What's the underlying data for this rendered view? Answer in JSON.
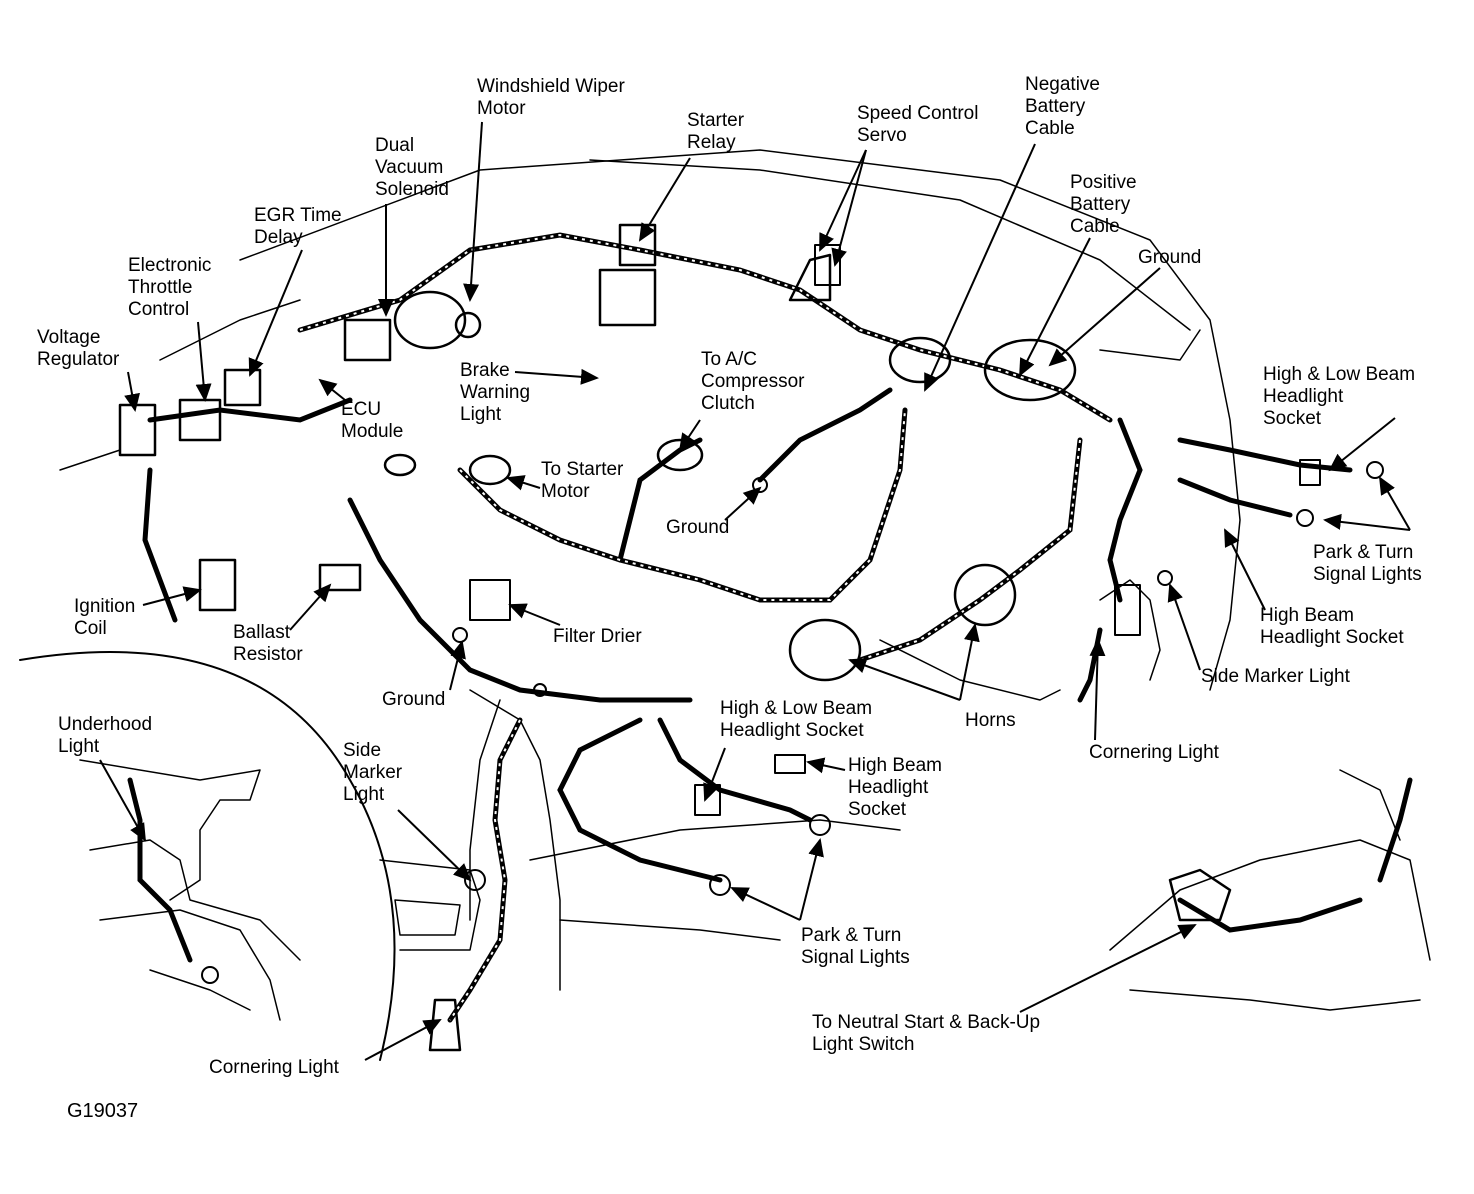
{
  "figure_id": "G19037",
  "labels": {
    "windshield_wiper_motor": [
      "Windshield Wiper",
      "Motor"
    ],
    "starter_relay": [
      "Starter",
      "Relay"
    ],
    "speed_control_servo": [
      "Speed Control",
      "Servo"
    ],
    "negative_battery_cable": [
      "Negative",
      "Battery",
      "Cable"
    ],
    "positive_battery_cable": [
      "Positive",
      "Battery",
      "Cable"
    ],
    "ground_top": [
      "Ground"
    ],
    "dual_vacuum_solenoid": [
      "Dual",
      "Vacuum",
      "Solenoid"
    ],
    "egr_time_delay": [
      "EGR Time",
      "Delay"
    ],
    "electronic_throttle_control": [
      "Electronic",
      "Throttle",
      "Control"
    ],
    "voltage_regulator": [
      "Voltage",
      "Regulator"
    ],
    "brake_warning_light": [
      "Brake",
      "Warning",
      "Light"
    ],
    "ac_compressor_clutch": [
      "To A/C",
      "Compressor",
      "Clutch"
    ],
    "ecu_module": [
      "ECU",
      "Module"
    ],
    "to_starter_motor": [
      "To Starter",
      "Motor"
    ],
    "ground_mid": [
      "Ground"
    ],
    "hl_beam_socket_right": [
      "High & Low Beam",
      "Headlight",
      "Socket"
    ],
    "park_turn_right": [
      "Park & Turn",
      "Signal Lights"
    ],
    "high_beam_socket_right": [
      "High Beam",
      "Headlight Socket"
    ],
    "side_marker_right": [
      "Side Marker Light"
    ],
    "ignition_coil": [
      "Ignition",
      "Coil"
    ],
    "ballast_resistor": [
      "Ballast",
      "Resistor"
    ],
    "filter_drier": [
      "Filter Drier"
    ],
    "ground_lower": [
      "Ground"
    ],
    "horns": [
      "Horns"
    ],
    "cornering_light_right": [
      "Cornering Light"
    ],
    "underhood_light": [
      "Underhood",
      "Light"
    ],
    "side_marker_left": [
      "Side",
      "Marker",
      "Light"
    ],
    "hl_beam_socket_front": [
      "High & Low Beam",
      "Headlight Socket"
    ],
    "high_beam_socket_front": [
      "High Beam",
      "Headlight",
      "Socket"
    ],
    "park_turn_front": [
      "Park & Turn",
      "Signal Lights"
    ],
    "neutral_start_switch": [
      "To Neutral Start & Back-Up",
      "Light Switch"
    ],
    "cornering_light_left": [
      "Cornering Light"
    ]
  }
}
